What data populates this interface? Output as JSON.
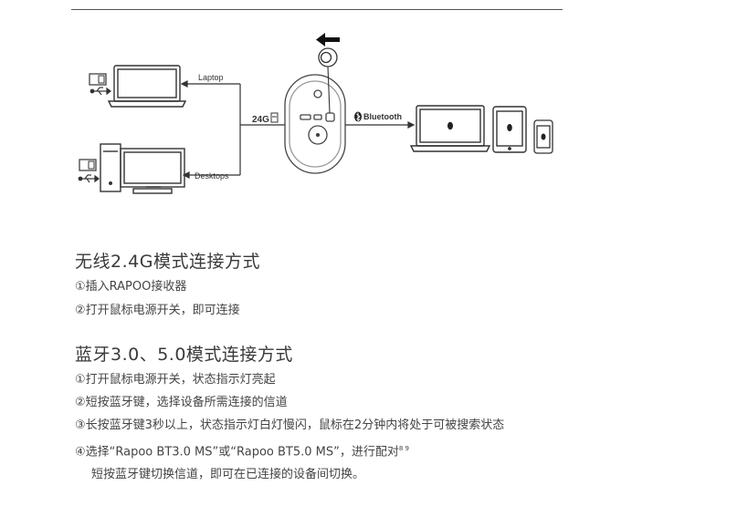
{
  "diagram": {
    "laptop_label": "Laptop",
    "desktops_label": "Desktops",
    "wireless_label": "24G",
    "bluetooth_label": "Bluetooth"
  },
  "section1": {
    "heading": "无线2.4G模式连接方式",
    "steps": [
      "①插入RAPOO接收器",
      "②打开鼠标电源开关，即可连接"
    ]
  },
  "section2": {
    "heading": "蓝牙3.0、5.0模式连接方式",
    "steps": [
      "①打开鼠标电源开关，状态指示灯亮起",
      "②短按蓝牙键，选择设备所需连接的信道",
      "③长按蓝牙键3秒以上，状态指示灯白灯慢闪，鼠标在2分钟内将处于可被搜索状态",
      "④选择“Rapoo BT3.0 MS”或“Rapoo BT5.0 MS”，进行配对",
      "短按蓝牙键切换信道，即可在已连接的设备间切换。"
    ],
    "step4_superscript": "8 9"
  }
}
